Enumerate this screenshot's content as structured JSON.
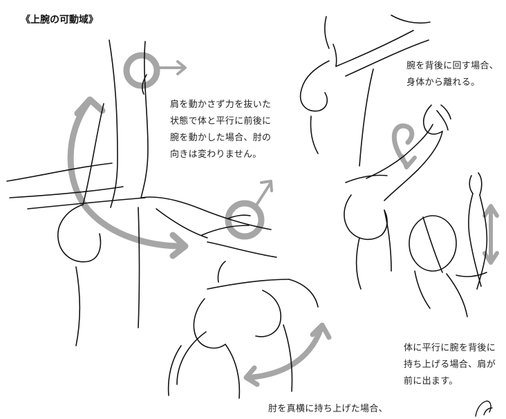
{
  "title": "《上腕の可動域》",
  "annotations": [
    {
      "lines": [
        "肩を動かさず力を抜いた",
        "状態で体と平行に前後に",
        "腕を動かした場合、肘の",
        "向きは変わりません。"
      ]
    },
    {
      "lines": [
        "腕を背後に回す場合、",
        "身体から離れる。"
      ]
    },
    {
      "lines": [
        "体に平行に腕を背後に",
        "持ち上げる場合、肩が",
        "前に出ます。"
      ]
    },
    {
      "lines": [
        "肘を真横に持ち上げた場合、"
      ]
    }
  ],
  "colors": {
    "line_art": "#111111",
    "marker_gray": "#a6a6a6",
    "text": "#222222",
    "background": "#ffffff"
  }
}
